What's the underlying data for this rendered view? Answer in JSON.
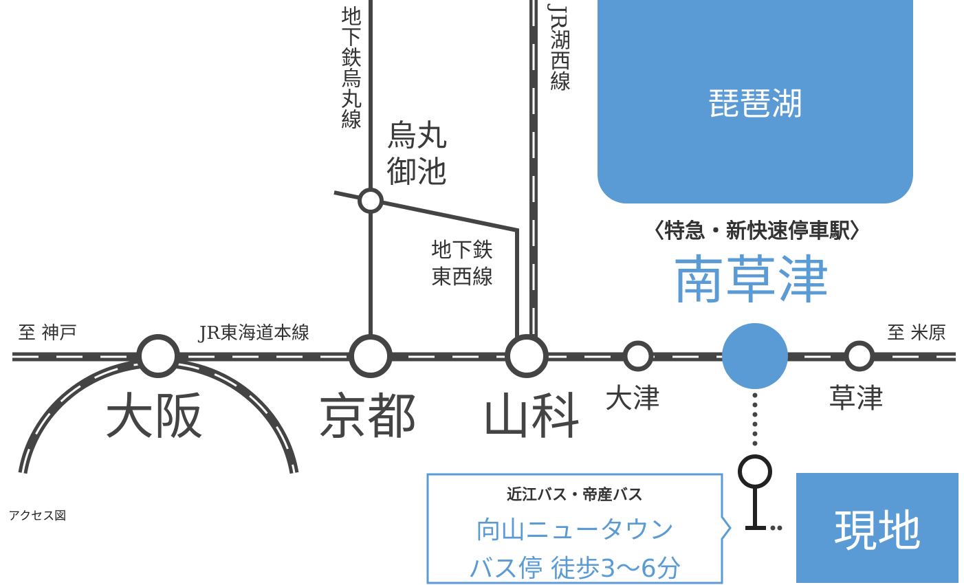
{
  "colors": {
    "accent_blue": "#5b9bd5",
    "line_dark": "#444444",
    "text_dark": "#333333"
  },
  "lake": {
    "label": "琵琶湖"
  },
  "lines": {
    "jr_tokaido": "JR東海道本線",
    "jr_kosei": "JR湖西線",
    "subway_karasuma": "地下鉄烏丸線",
    "subway_tozai": "地下鉄東西線"
  },
  "directions": {
    "to_kobe": "至 神戸",
    "to_maibara": "至 米原"
  },
  "stations": {
    "osaka": "大阪",
    "kyoto": "京都",
    "yamashina": "山科",
    "otsu": "大津",
    "minami_kusatsu": "南草津",
    "kusatsu": "草津",
    "karasuma_oike": "烏丸御池"
  },
  "highlight": {
    "service_note": "〈特急・新快速停車駅〉"
  },
  "bus": {
    "operators": "近江バス・帝産バス",
    "stop_name": "向山ニュータウン",
    "walk_info": "バス停 徒歩3〜6分"
  },
  "site": {
    "label": "現地"
  },
  "caption": "アクセス図"
}
